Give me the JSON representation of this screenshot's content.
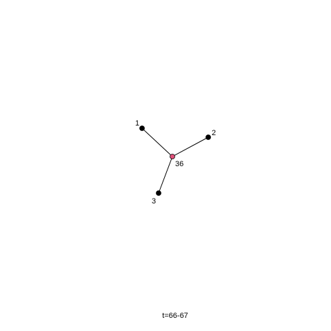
{
  "graph": {
    "nodes": [
      {
        "id": "n36",
        "label": "36",
        "color": "#e0507a"
      },
      {
        "id": "n1",
        "label": "1",
        "color": "#000000"
      },
      {
        "id": "n2",
        "label": "2",
        "color": "#000000"
      },
      {
        "id": "n3",
        "label": "3",
        "color": "#000000"
      }
    ],
    "edges": [
      {
        "source": "n36",
        "target": "n1"
      },
      {
        "source": "n36",
        "target": "n2"
      },
      {
        "source": "n36",
        "target": "n3"
      }
    ],
    "edge_color": "#000000"
  },
  "time_label": "t=66-67"
}
